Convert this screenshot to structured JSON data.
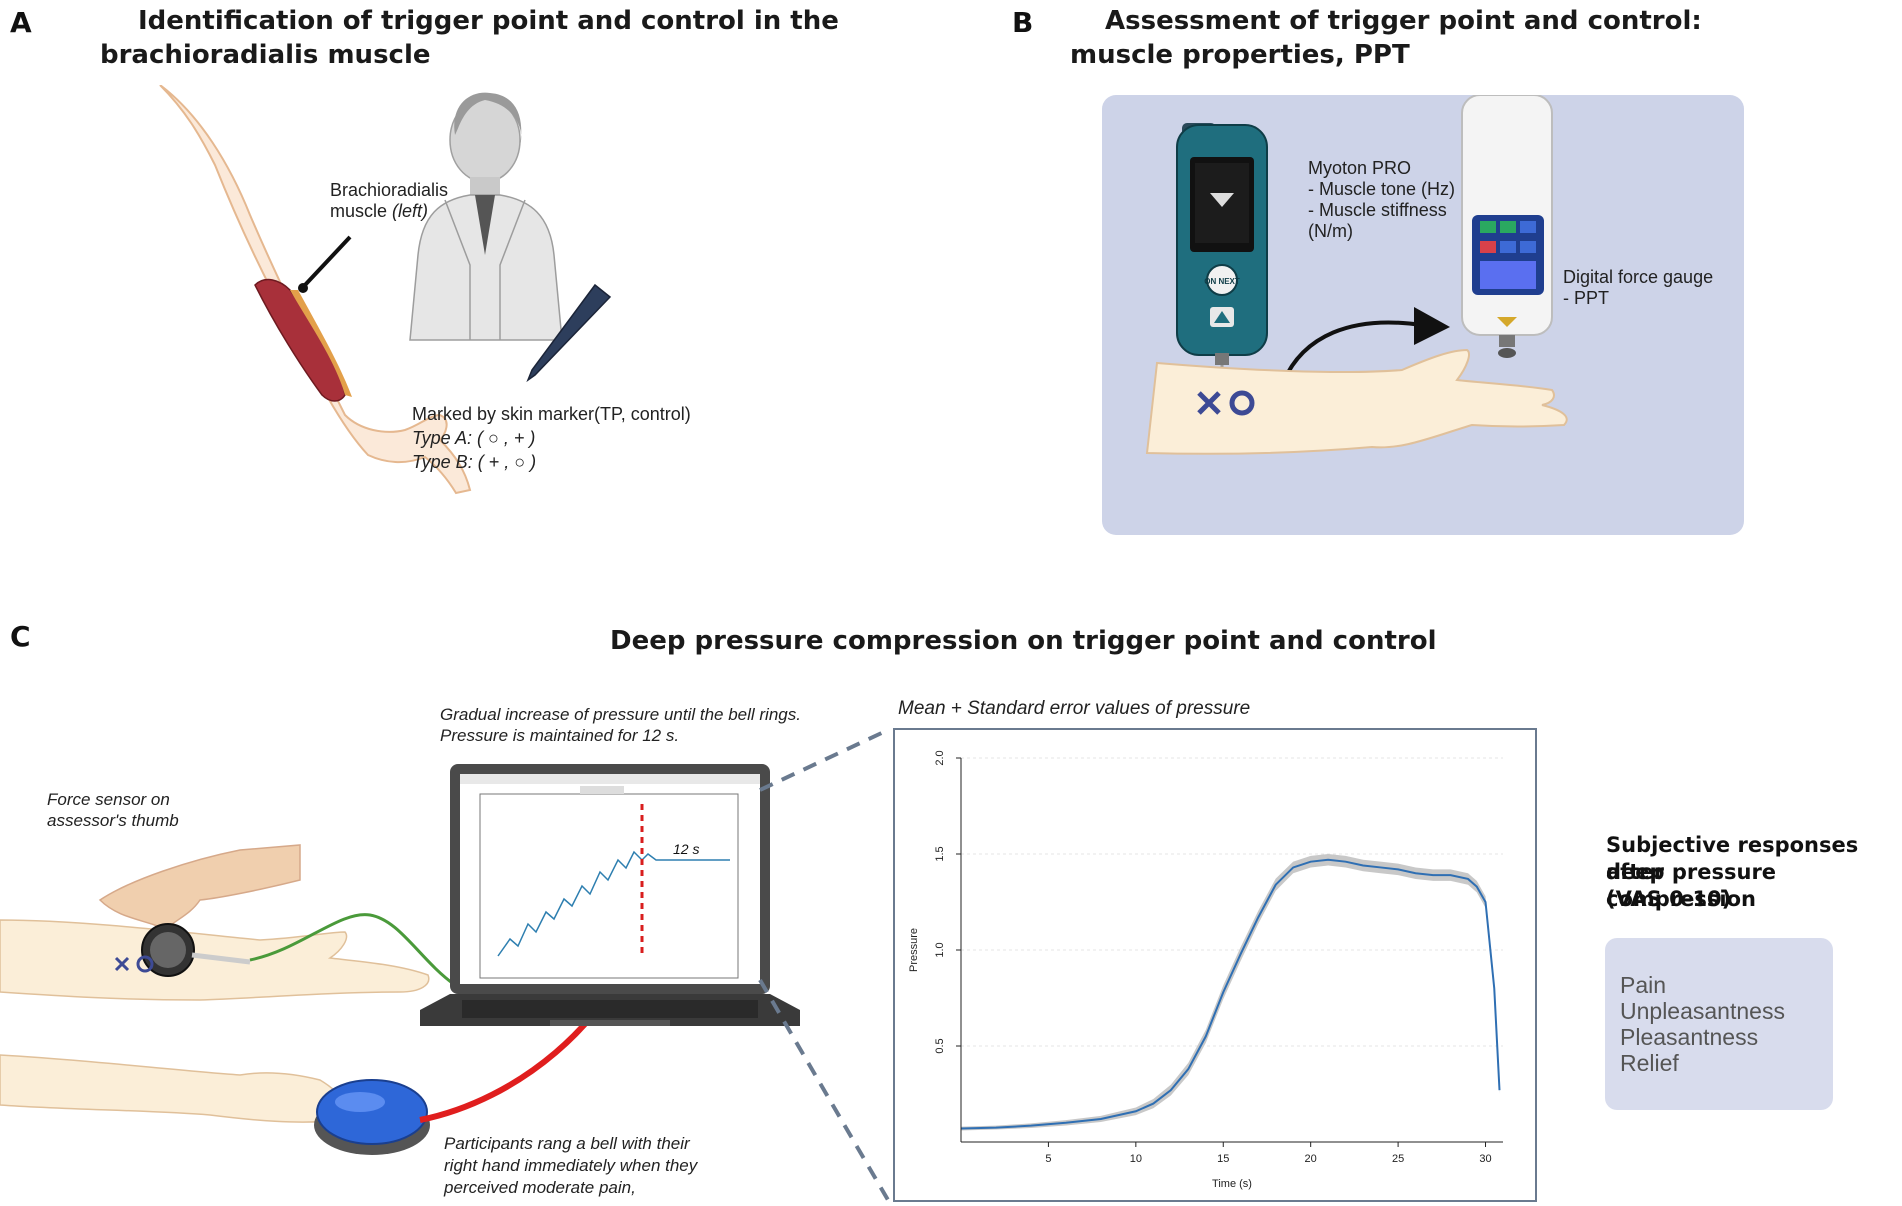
{
  "panel_a": {
    "letter": "A",
    "title_line1": "Identification of trigger point and control in the",
    "title_line2": "brachioradialis muscle",
    "muscle_label_line1": "Brachioradialis",
    "muscle_label_line2": "muscle",
    "muscle_label_side": "(left)",
    "marker_label": "Marked by skin marker(TP, control)",
    "type_a": "Type A: ( ○ , + )",
    "type_b": "Type B: ( + , ○ )"
  },
  "panel_b": {
    "letter": "B",
    "title_line1": "Assessment of trigger point and control:",
    "title_line2": "muscle properties, PPT",
    "myoton_title": "Myoton PRO",
    "myoton_item1": "- Muscle tone (Hz)",
    "myoton_item2": "- Muscle stiffness",
    "myoton_item3": "(N/m)",
    "gauge_title": "Digital force gauge",
    "gauge_item": "- PPT",
    "device_button": "ON NEXT"
  },
  "panel_c": {
    "letter": "C",
    "title": "Deep pressure compression on trigger point and control",
    "force_sensor_line1": "Force sensor on",
    "force_sensor_line2": "assessor's thumb",
    "gradual_line1": "Gradual increase of pressure until the bell rings.",
    "gradual_line2": "Pressure is maintained for 12 s.",
    "bell_line1": "Participants rang a bell with their",
    "bell_line2": "right hand immediately when they",
    "bell_line3": "perceived moderate pain,",
    "screen_hold_label": "12 s",
    "mean_label": "Mean + Standard error values of  pressure",
    "subjective_line1": "Subjective responses after",
    "subjective_line2": "deep pressure compression",
    "subjective_line3": "(VAS 0-10)",
    "vas_items": [
      "Pain",
      "Unpleasantness",
      "Pleasantness",
      "Relief"
    ]
  },
  "chart_data": {
    "type": "line",
    "title": "",
    "xlabel": "Time (s)",
    "ylabel": "Pressure",
    "xlim": [
      0,
      31
    ],
    "ylim": [
      0,
      2.0
    ],
    "x_ticks": [
      5,
      10,
      15,
      20,
      25,
      30
    ],
    "y_ticks": [
      0.5,
      1.0,
      1.5,
      2.0
    ],
    "grid": true,
    "line_color": "#2f6fb3",
    "band_color": "#c8c8c8",
    "series": [
      {
        "x": [
          0,
          2,
          4,
          6,
          8,
          10,
          11,
          12,
          13,
          14,
          15,
          16,
          17,
          18,
          19,
          20,
          21,
          22,
          23,
          24,
          25,
          26,
          27,
          28,
          29,
          29.5,
          30,
          30.5,
          30.8
        ],
        "y": [
          0.07,
          0.075,
          0.085,
          0.1,
          0.12,
          0.16,
          0.2,
          0.27,
          0.38,
          0.55,
          0.78,
          0.98,
          1.17,
          1.34,
          1.43,
          1.46,
          1.47,
          1.46,
          1.44,
          1.43,
          1.42,
          1.4,
          1.39,
          1.39,
          1.37,
          1.33,
          1.25,
          0.8,
          0.27
        ],
        "se": [
          0.01,
          0.01,
          0.012,
          0.014,
          0.016,
          0.02,
          0.024,
          0.028,
          0.032,
          0.034,
          0.036,
          0.036,
          0.034,
          0.032,
          0.03,
          0.03,
          0.03,
          0.03,
          0.03,
          0.03,
          0.03,
          0.03,
          0.03,
          0.03,
          0.03,
          0.03,
          0.03,
          0.03,
          0.02
        ]
      }
    ]
  }
}
